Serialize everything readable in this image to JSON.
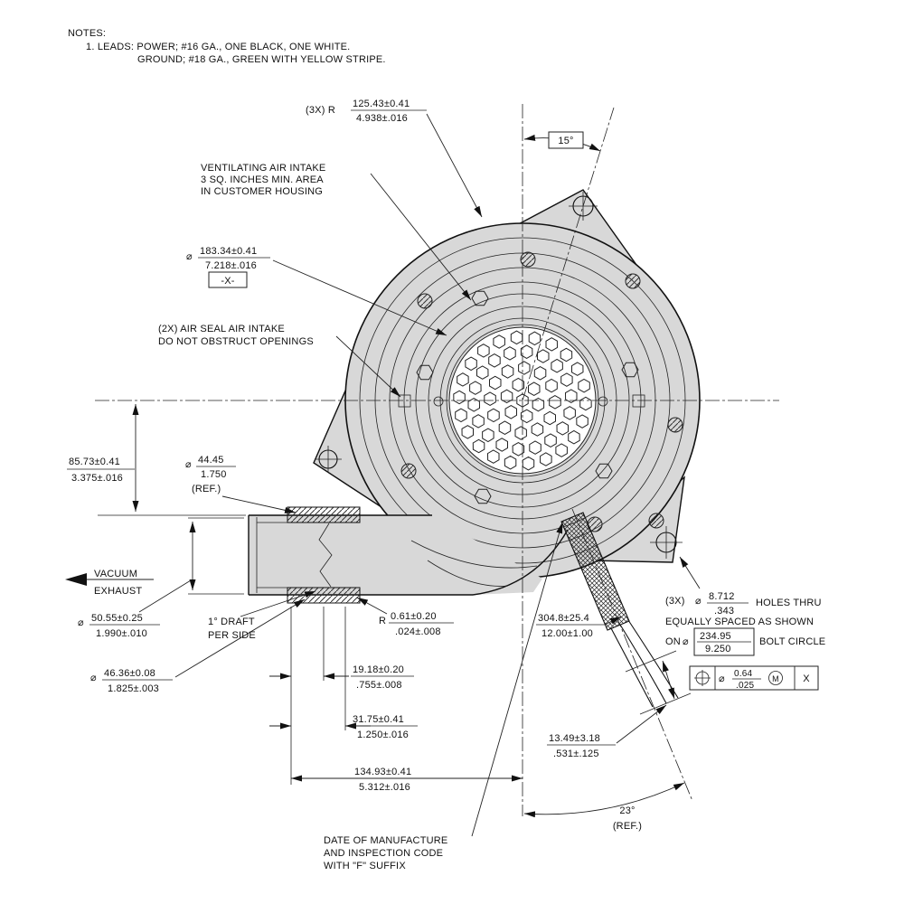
{
  "notes": {
    "title": "NOTES:",
    "line1": "1. LEADS: POWER; #16 GA., ONE BLACK, ONE WHITE.",
    "line2": "GROUND; #18 GA., GREEN WITH YELLOW STRIPE."
  },
  "dims": {
    "r3x_prefix": "(3X) R",
    "r3x_mm": "125.43±0.41",
    "r3x_in": "4.938±.016",
    "angle15": "15°",
    "vent1": "VENTILATING AIR INTAKE",
    "vent2": "3 SQ. INCHES MIN. AREA",
    "vent3": "IN CUSTOMER HOUSING",
    "d183_dia": "⌀",
    "d183_mm": "183.34±0.41",
    "d183_in": "7.218±.016",
    "datum_x": "-X-",
    "seal1": "(2X) AIR SEAL AIR INTAKE",
    "seal2": "DO NOT OBSTRUCT OPENINGS",
    "d85_mm": "85.73±0.41",
    "d85_in": "3.375±.016",
    "d44_dia": "⌀",
    "d44_mm": "44.45",
    "d44_in": "1.750",
    "d44_ref": "(REF.)",
    "vac1": "VACUUM",
    "vac2": "EXHAUST",
    "d50_dia": "⌀",
    "d50_mm": "50.55±0.25",
    "d50_in": "1.990±.010",
    "draft1": "1° DRAFT",
    "draft2": "PER SIDE",
    "r061_prefix": "R",
    "r061_mm": "0.61±0.20",
    "r061_in": ".024±.008",
    "d304_mm": "304.8±25.4",
    "d304_in": "12.00±1.00",
    "d46_dia": "⌀",
    "d46_mm": "46.36±0.08",
    "d46_in": "1.825±.003",
    "d19_mm": "19.18±0.20",
    "d19_in": ".755±.008",
    "d31_mm": "31.75±0.41",
    "d31_in": "1.250±.016",
    "d134_mm": "134.93±0.41",
    "d134_in": "5.312±.016",
    "d13_mm": "13.49±3.18",
    "d13_in": ".531±.125",
    "holes_prefix": "(3X)",
    "holes_dia": "⌀",
    "holes_mm": "8.712",
    "holes_in": ".343",
    "holes_suffix": "HOLES THRU",
    "holes_line2": "EQUALLY SPACED AS SHOWN",
    "holes_on": "ON",
    "bc_dia": "⌀",
    "bc_mm": "234.95",
    "bc_in": "9.250",
    "bc_suffix": "BOLT CIRCLE",
    "fcf_dia": "⌀",
    "fcf_mm": "0.64",
    "fcf_in": ".025",
    "fcf_m": "M",
    "fcf_datum": "X",
    "angle23": "23°",
    "angle23_ref": "(REF.)",
    "mfg1": "DATE OF MANUFACTURE",
    "mfg2": "AND INSPECTION CODE",
    "mfg3": "WITH \"F\" SUFFIX"
  }
}
